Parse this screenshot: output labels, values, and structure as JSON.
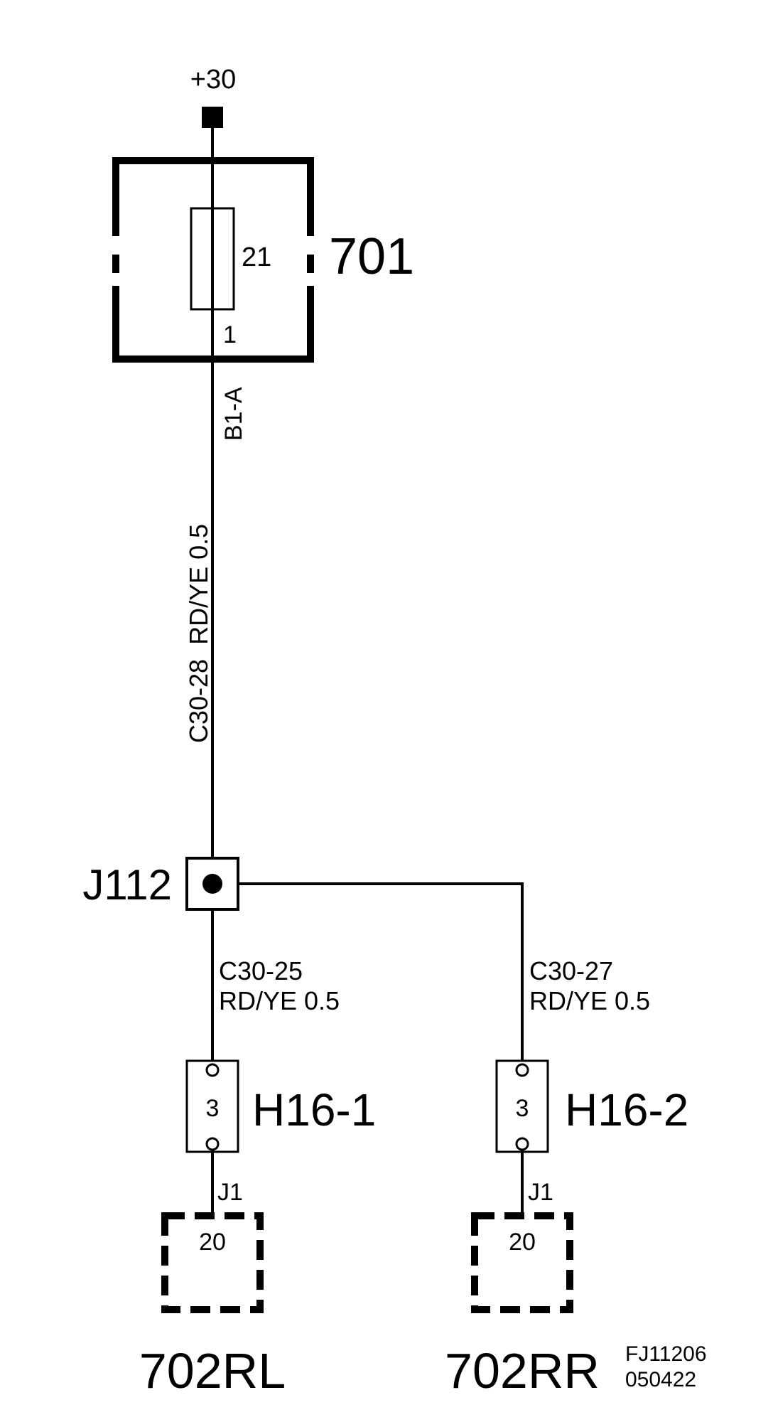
{
  "supply": {
    "label": "+30"
  },
  "fuse_box": {
    "id": "701",
    "fuse_number": "21",
    "pin": "1",
    "pin_label": "B1-A"
  },
  "wire_main": {
    "label": "C30-28  RD/YE 0.5"
  },
  "junction": {
    "id": "J112"
  },
  "branch_left": {
    "wire_circuit": "C30-25",
    "wire_spec": "RD/YE 0.5",
    "connector_id": "H16-1",
    "connector_pin": "3",
    "term_label": "J1",
    "module_pin": "20",
    "module_id": "702RL"
  },
  "branch_right": {
    "wire_circuit": "C30-27",
    "wire_spec": "RD/YE 0.5",
    "connector_id": "H16-2",
    "connector_pin": "3",
    "term_label": "J1",
    "module_pin": "20",
    "module_id": "702RR"
  },
  "drawing_ref": {
    "code": "FJ11206",
    "date": "050422"
  }
}
